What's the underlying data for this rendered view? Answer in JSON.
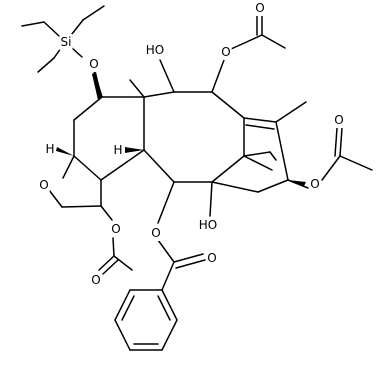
{
  "atoms": {
    "si": "Si",
    "o_otes": "O",
    "ho_top": "HO",
    "o_oac_top": "O",
    "o_keto_top": "O",
    "o_keto_right": "O",
    "o_oac_right": "O",
    "h_left": "H",
    "h_mid": "H",
    "o_oxetane": "O",
    "o_oac_left": "O",
    "o_keto_left": "O",
    "o_bz": "O",
    "o_keto_bz": "O",
    "ho_mid": "HO"
  }
}
